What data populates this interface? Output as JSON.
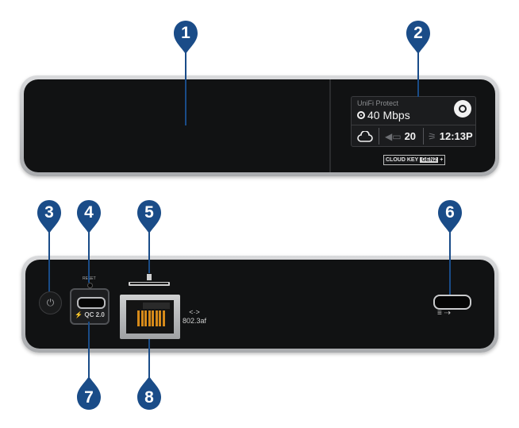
{
  "callouts": [
    {
      "num": "1"
    },
    {
      "num": "2"
    },
    {
      "num": "3"
    },
    {
      "num": "4"
    },
    {
      "num": "5"
    },
    {
      "num": "6"
    },
    {
      "num": "7"
    },
    {
      "num": "8"
    }
  ],
  "colors": {
    "callout": "#1a4c88",
    "device_face": "#111213",
    "shell": "#c4c5c7",
    "port_pins": "#d68a1a"
  },
  "front_display": {
    "app_name": "UniFi Protect",
    "throughput": "40 Mbps",
    "camera_count": "20",
    "time": "12:13P",
    "icons": [
      "cloud-icon",
      "camera-icon",
      "motion-icon",
      "record-icon"
    ]
  },
  "badge": {
    "part_a": "CLOUD KEY",
    "part_b": "GEN2",
    "part_c": "+"
  },
  "rear": {
    "power_icon": "⏻",
    "reset_label": "RESET",
    "usbc_label": "⚡ QC 2.0",
    "ethernet_label_line1": "<·>",
    "ethernet_label_line2": "802.3af",
    "usb_label": "≡ ⇢"
  }
}
